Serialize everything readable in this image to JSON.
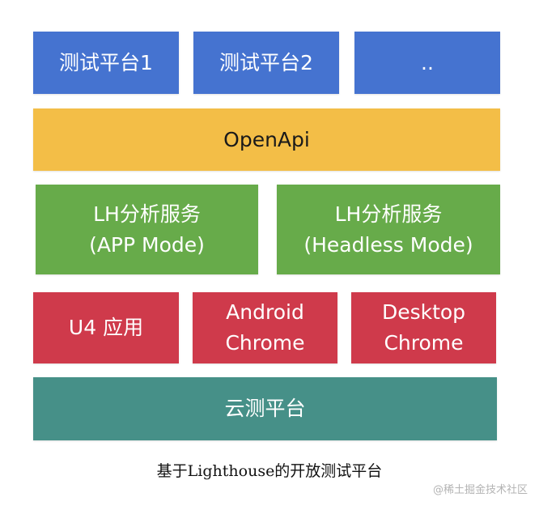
{
  "diagram": {
    "layers": {
      "test_platforms": [
        "测试平台1",
        "测试平台2",
        ".."
      ],
      "api": "OpenApi",
      "analysis_services": [
        {
          "line1": "LH分析服务",
          "line2": "(APP Mode)"
        },
        {
          "line1": "LH分析服务",
          "line2": "(Headless Mode)"
        }
      ],
      "runtimes": [
        {
          "line1": "U4 应用"
        },
        {
          "line1": "Android",
          "line2": "Chrome"
        },
        {
          "line1": "Desktop",
          "line2": "Chrome"
        }
      ],
      "cloud": "云测平台"
    },
    "caption": "基于Lighthouse的开放测试平台",
    "watermark": "@稀土掘金技术社区"
  },
  "colors": {
    "test_platforms": "#4573d0",
    "api": "#f3be47",
    "analysis_services": "#67ab4a",
    "runtimes": "#cf3a4b",
    "cloud": "#469088"
  }
}
